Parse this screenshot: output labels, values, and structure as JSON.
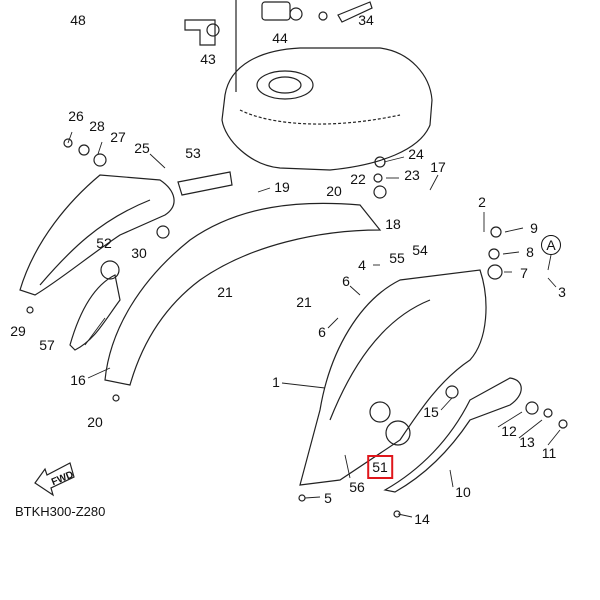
{
  "diagram_code": "BTKH300-Z280",
  "fwd_label": "FWD",
  "highlight_color": "#e0161b",
  "callouts": [
    "48",
    "44",
    "34",
    "43",
    "26",
    "28",
    "27",
    "25",
    "53",
    "19",
    "24",
    "17",
    "22",
    "23",
    "20",
    "18",
    "2",
    "9",
    "8",
    "A",
    "7",
    "3",
    "52",
    "30",
    "4",
    "55",
    "54",
    "6",
    "21",
    "21",
    "29",
    "57",
    "16",
    "6",
    "1",
    "15",
    "12",
    "13",
    "11",
    "20",
    "51",
    "56",
    "5",
    "10",
    "14"
  ],
  "highlighted_callout": "51"
}
